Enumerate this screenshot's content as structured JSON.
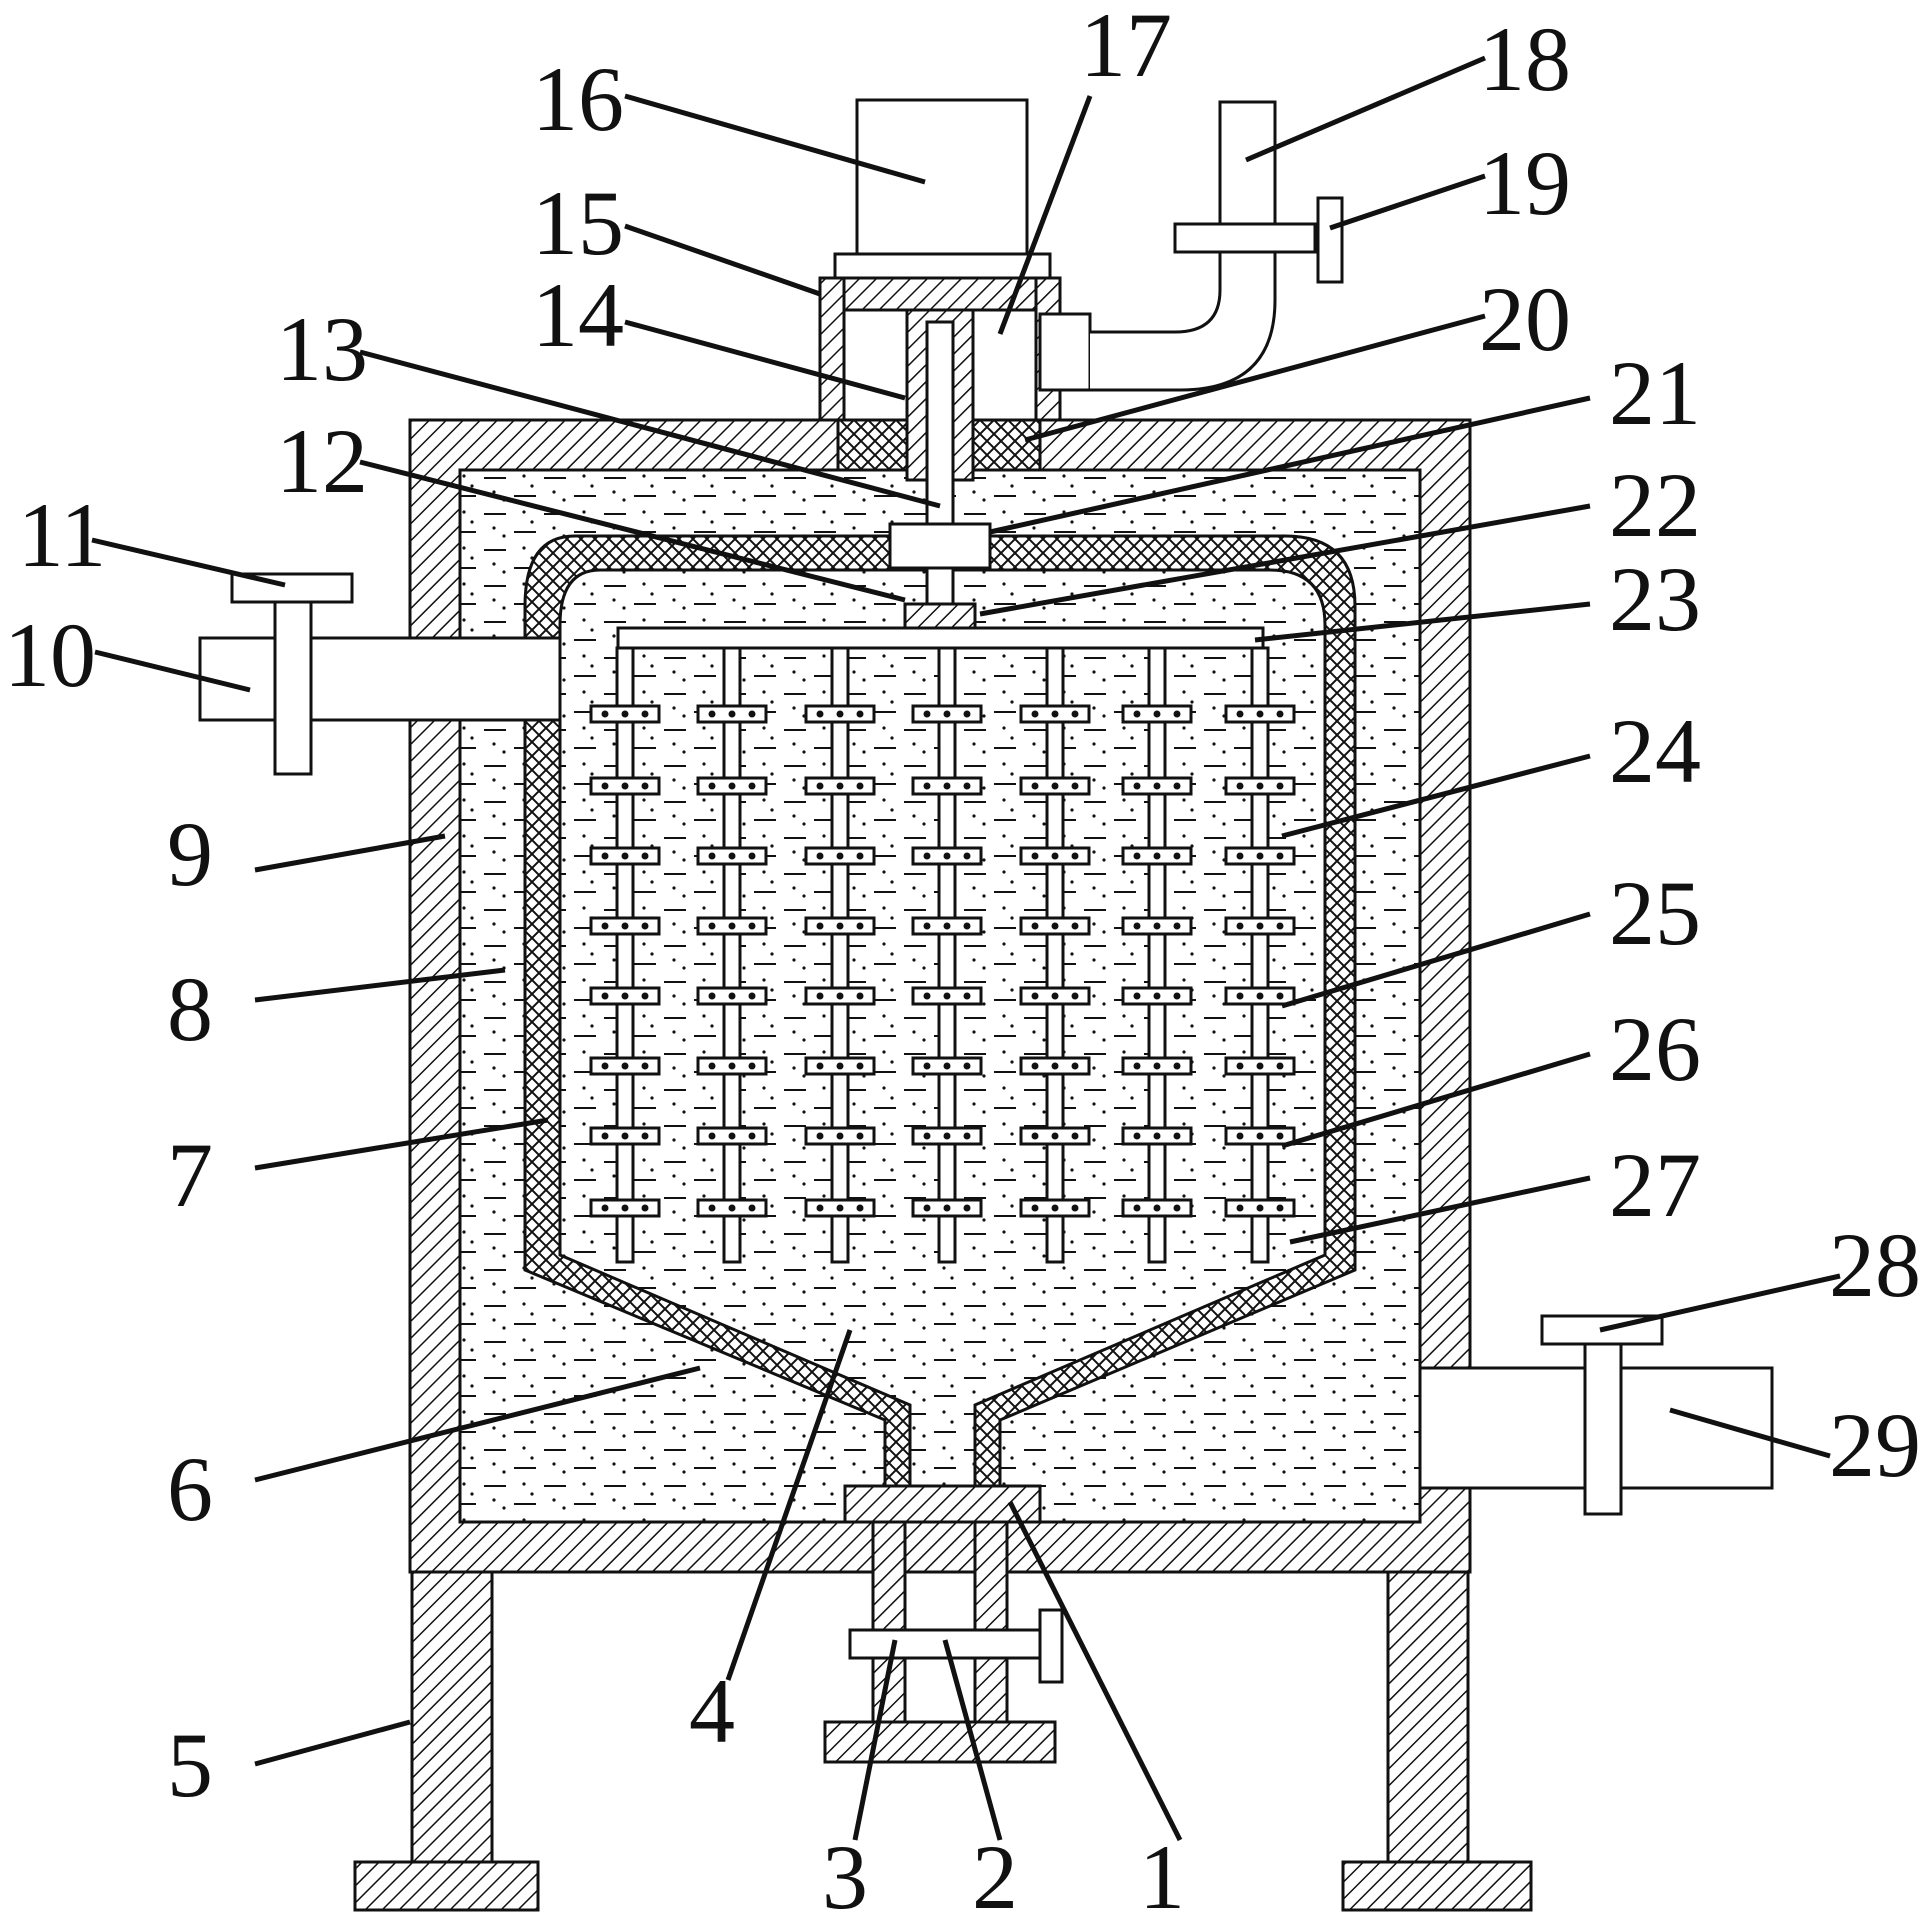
{
  "diagram": {
    "background": "#ffffff",
    "line_color": "#111111",
    "labels": [
      "1",
      "2",
      "3",
      "4",
      "5",
      "6",
      "7",
      "8",
      "9",
      "10",
      "11",
      "12",
      "13",
      "14",
      "15",
      "16",
      "17",
      "18",
      "19",
      "20",
      "21",
      "22",
      "23",
      "24",
      "25",
      "26",
      "27",
      "28",
      "29"
    ]
  }
}
